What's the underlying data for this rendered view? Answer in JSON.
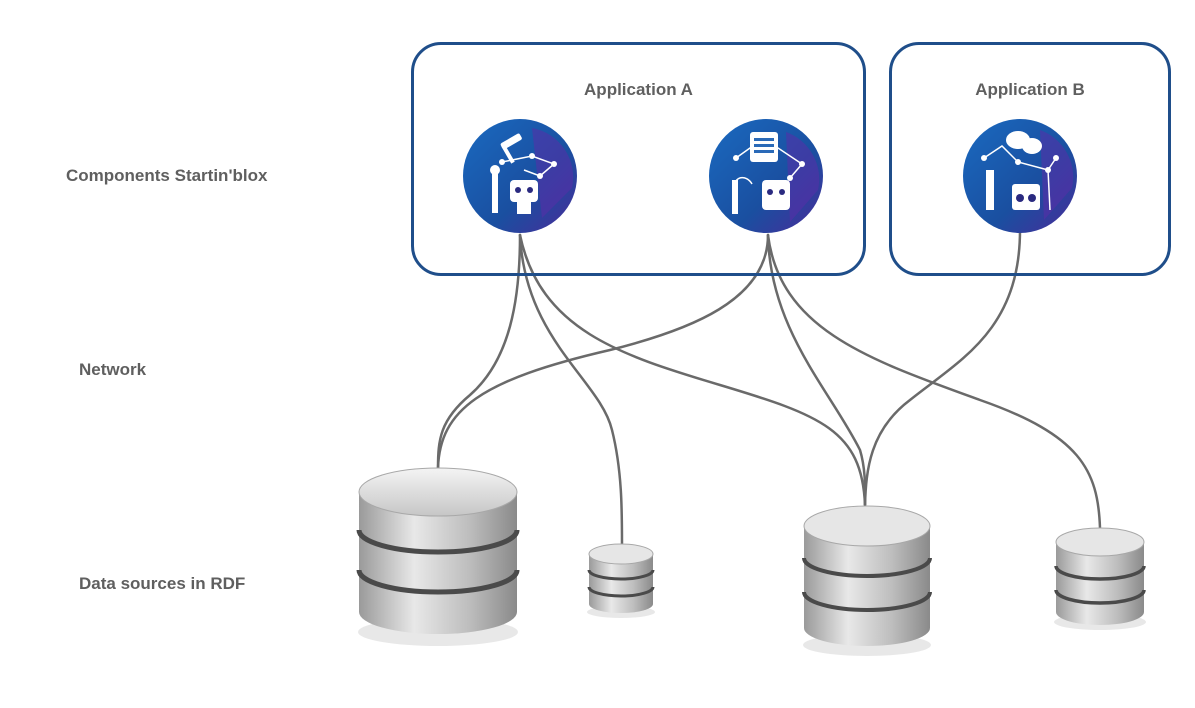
{
  "rows": {
    "components": "Components Startin'blox",
    "network": "Network",
    "data_sources": "Data sources in RDF"
  },
  "applications": [
    {
      "title": "Application A",
      "components": [
        "gavel-robot-icon",
        "book-robot-icon"
      ]
    },
    {
      "title": "Application B",
      "components": [
        "chat-robot-icon"
      ]
    }
  ],
  "data_sources": [
    "large-database-1",
    "small-database-1",
    "large-database-2",
    "medium-database-2"
  ],
  "colors": {
    "box_border": "#1f4e8a",
    "label_text": "#5f5f5f",
    "link_line": "#6a6a6a",
    "icon_blue": "#1a5aa8",
    "icon_purple": "#4a2a9a",
    "db_silver": "#c8c8c8"
  }
}
